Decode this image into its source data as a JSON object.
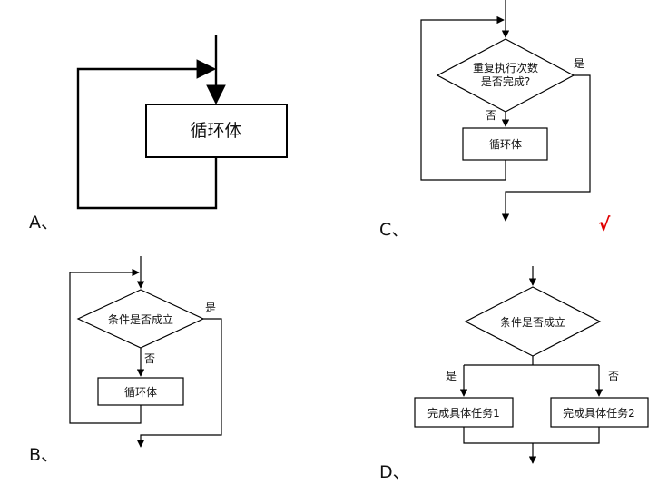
{
  "options": {
    "a": {
      "letter": "A、",
      "loop_body": "循环体"
    },
    "b": {
      "letter": "B、",
      "condition": "条件是否成立",
      "yes": "是",
      "no": "否",
      "loop_body": "循环体"
    },
    "c": {
      "letter": "C、",
      "condition_line1": "重复执行次数",
      "condition_line2": "是否完成?",
      "yes": "是",
      "no": "否",
      "loop_body": "循环体",
      "mark": "√"
    },
    "d": {
      "letter": "D、",
      "condition": "条件是否成立",
      "yes": "是",
      "no": "否",
      "task1": "完成具体任务1",
      "task2": "完成具体任务2"
    }
  },
  "colors": {
    "line": "#000000",
    "check_mark": "#e00000"
  }
}
